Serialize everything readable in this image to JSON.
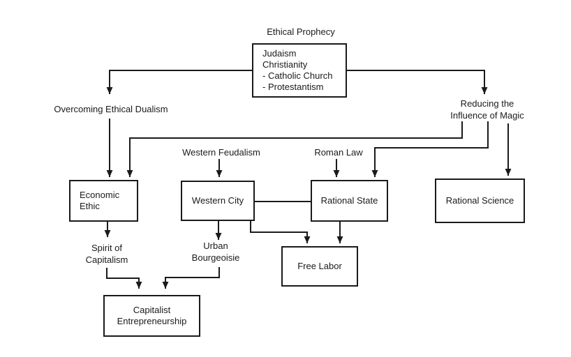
{
  "colors": {
    "background": "#ffffff",
    "line": "#1a1a1a",
    "text": "#1a1a1a"
  },
  "diagram": {
    "labels": {
      "ethical_prophecy": "Ethical Prophecy",
      "overcoming_ethical_dualism": "Overcoming Ethical Dualism",
      "reducing_magic": {
        "line1": "Reducing the",
        "line2": "Influence of Magic"
      },
      "western_feudalism": "Western Feudalism",
      "roman_law": "Roman Law",
      "spirit_of_capitalism": {
        "line1": "Spirit of",
        "line2": "Capitalism"
      },
      "urban_bourgeoisie": {
        "line1": "Urban",
        "line2": "Bourgeoisie"
      }
    },
    "boxes": {
      "religion": {
        "lines": [
          "Judaism",
          "Christianity",
          "- Catholic Church",
          "- Protestantism"
        ]
      },
      "economic_ethic": {
        "lines": [
          "Economic",
          "Ethic"
        ]
      },
      "western_city": {
        "label": "Western City"
      },
      "rational_state": {
        "label": "Rational State"
      },
      "rational_science": {
        "label": "Rational Science"
      },
      "free_labor": {
        "label": "Free Labor"
      },
      "capitalist_entrepreneurship": {
        "lines": [
          "Capitalist",
          "Entrepreneurship"
        ]
      }
    },
    "edges": [
      {
        "from": "religion",
        "to": "overcoming_ethical_dualism",
        "arrow": true
      },
      {
        "from": "religion",
        "to": "reducing_magic",
        "arrow": true
      },
      {
        "from": "overcoming_ethical_dualism",
        "to": "economic_ethic",
        "arrow": true
      },
      {
        "from": "reducing_magic",
        "to": "economic_ethic",
        "arrow": true
      },
      {
        "from": "reducing_magic",
        "to": "rational_state",
        "arrow": true
      },
      {
        "from": "reducing_magic",
        "to": "rational_science",
        "arrow": true
      },
      {
        "from": "western_feudalism",
        "to": "western_city",
        "arrow": true
      },
      {
        "from": "roman_law",
        "to": "rational_state",
        "arrow": true
      },
      {
        "from": "western_city",
        "to": "rational_state",
        "arrow": false
      },
      {
        "from": "western_city",
        "to": "urban_bourgeoisie",
        "arrow": true
      },
      {
        "from": "western_city",
        "to": "free_labor",
        "arrow": true
      },
      {
        "from": "rational_state",
        "to": "free_labor",
        "arrow": true
      },
      {
        "from": "economic_ethic",
        "to": "spirit_of_capitalism",
        "arrow": true
      },
      {
        "from": "spirit_of_capitalism",
        "to": "capitalist_entrepreneurship",
        "arrow": true
      },
      {
        "from": "urban_bourgeoisie",
        "to": "capitalist_entrepreneurship",
        "arrow": true
      }
    ]
  }
}
